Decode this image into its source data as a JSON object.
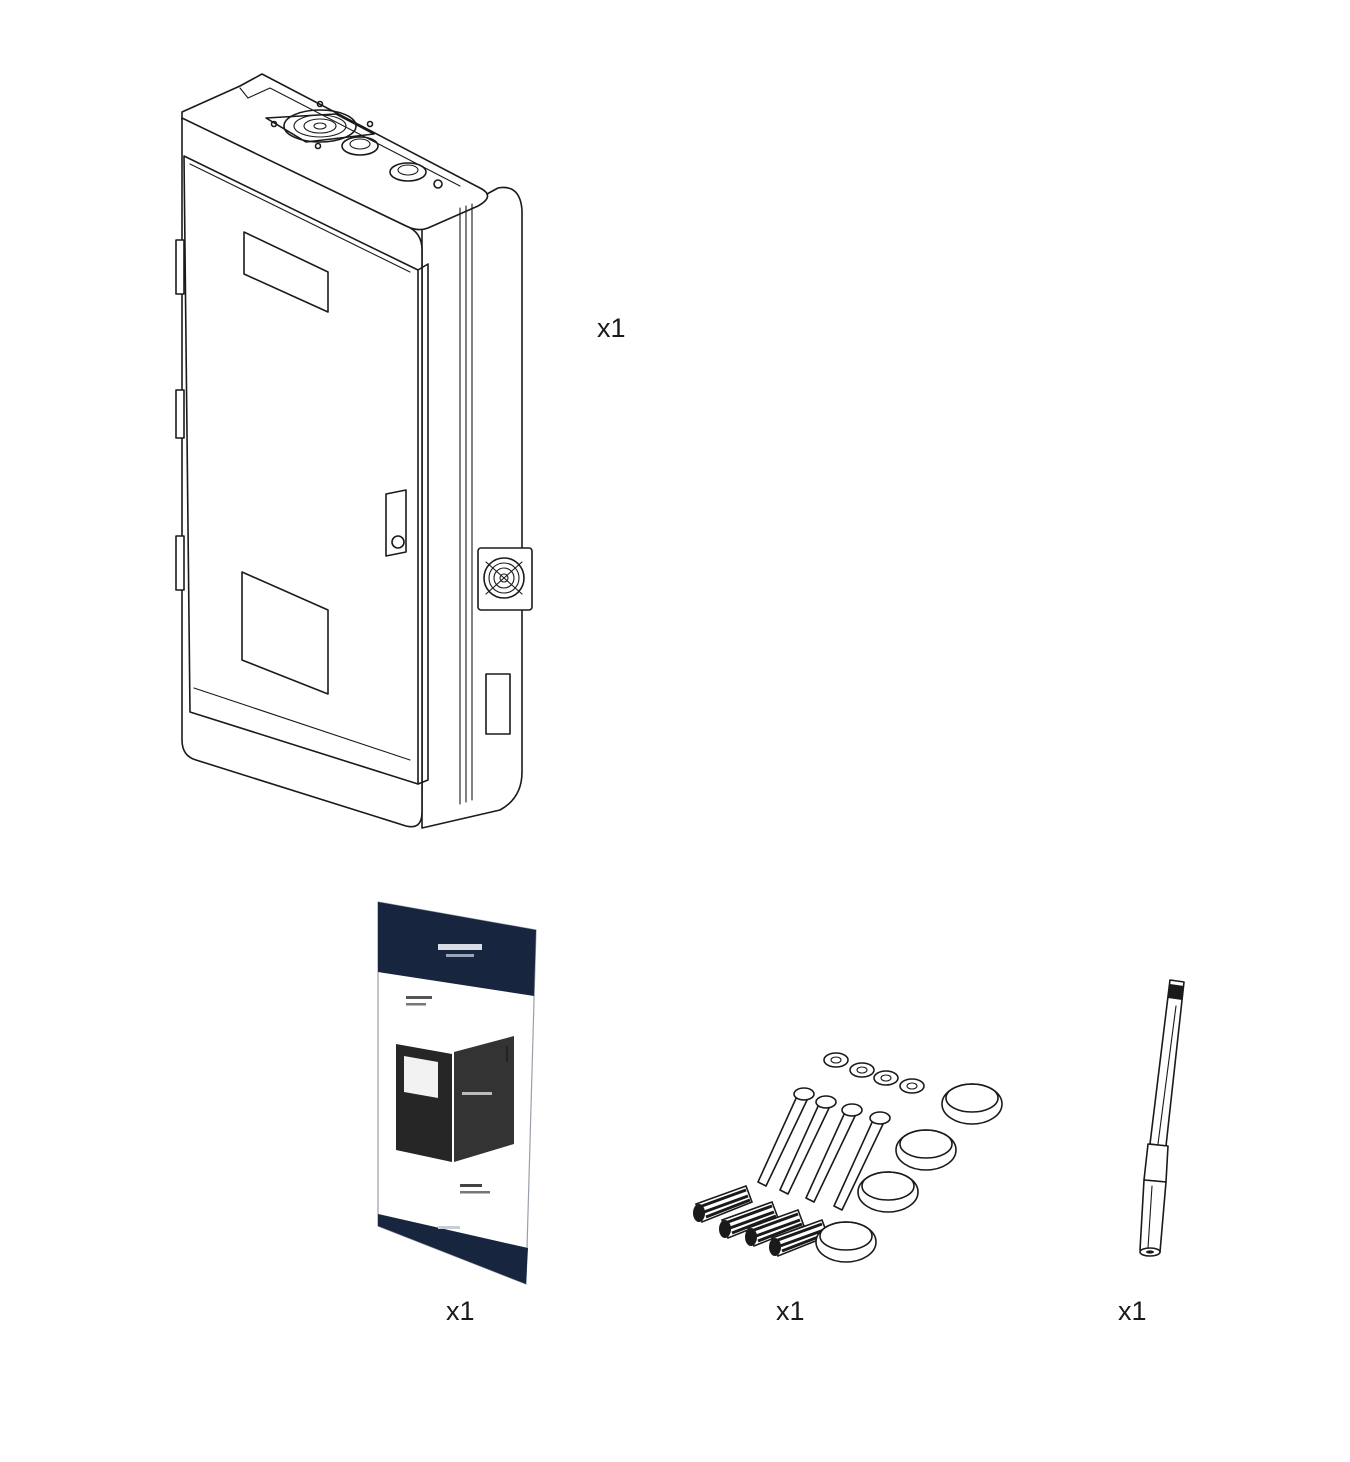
{
  "items": [
    {
      "id": "enclosure",
      "quantity": "x1"
    },
    {
      "id": "manual",
      "quantity": "x1"
    },
    {
      "id": "mounting-kit",
      "quantity": "x1"
    },
    {
      "id": "antenna",
      "quantity": "x1"
    }
  ],
  "colors": {
    "line": "#1a1a1a",
    "manual_cover": "#17253f",
    "background": "#ffffff"
  }
}
